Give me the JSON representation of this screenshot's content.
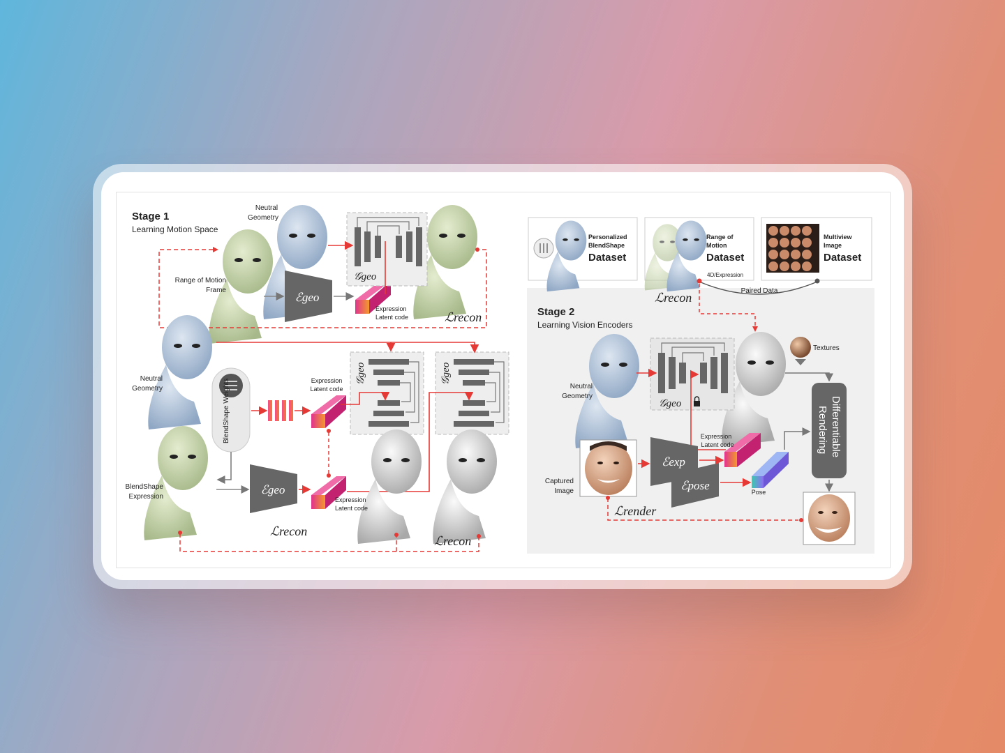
{
  "stage1": {
    "title": "Stage 1",
    "subtitle": "Learning Motion Space",
    "neutral_geometry_top": [
      "Neutral",
      "Geometry"
    ],
    "range_of_motion_frame": [
      "Range of Motion",
      "Frame"
    ],
    "expression_latent_code_top": [
      "Expression",
      "Latent code"
    ],
    "neutral_geometry_mid": [
      "Neutral",
      "Geometry"
    ],
    "blendshape_weights": "BlendShape Weights",
    "expression_latent_code_mid": [
      "Expression",
      "Latent code"
    ],
    "blendshape_expression": [
      "BlendShape",
      "Expression"
    ],
    "expression_latent_code_bot": [
      "Expression",
      "Latent code"
    ],
    "e_geo": "ℰgeo",
    "g_geo": "𝒢geo",
    "l_recon": "ℒrecon"
  },
  "stage2": {
    "title": "Stage 2",
    "subtitle": "Learning Vision Encoders",
    "datasets": [
      {
        "small": [
          "Personalized",
          "BlendShape"
        ],
        "big": "Dataset"
      },
      {
        "small": [
          "Range of",
          "Motion"
        ],
        "big": "Dataset",
        "note": "4D/Expression"
      },
      {
        "small": [
          "Multiview",
          "Image"
        ],
        "big": "Dataset"
      }
    ],
    "paired_data": "Paired Data",
    "l_recon": "ℒrecon",
    "neutral_geometry": [
      "Neutral",
      "Geometry"
    ],
    "g_geo": "𝒢geo",
    "textures": "Textures",
    "differentiable_rendering": [
      "Differentiable",
      "Rendering"
    ],
    "expression_latent_code": [
      "Expression",
      "Latent code"
    ],
    "captured_image": [
      "Captured",
      "Image"
    ],
    "e_exp": "ℰexp",
    "e_pose": "ℰpose",
    "pose": "Pose",
    "l_render": "ℒrender"
  },
  "colors": {
    "red_arrow": "#e53935",
    "encoder_gray": "#666666",
    "stage2_bg": "#f0f0f0",
    "head_green": "#c9d8b0",
    "head_blue": "#b7c9df",
    "head_white": "#dcdcdc"
  }
}
